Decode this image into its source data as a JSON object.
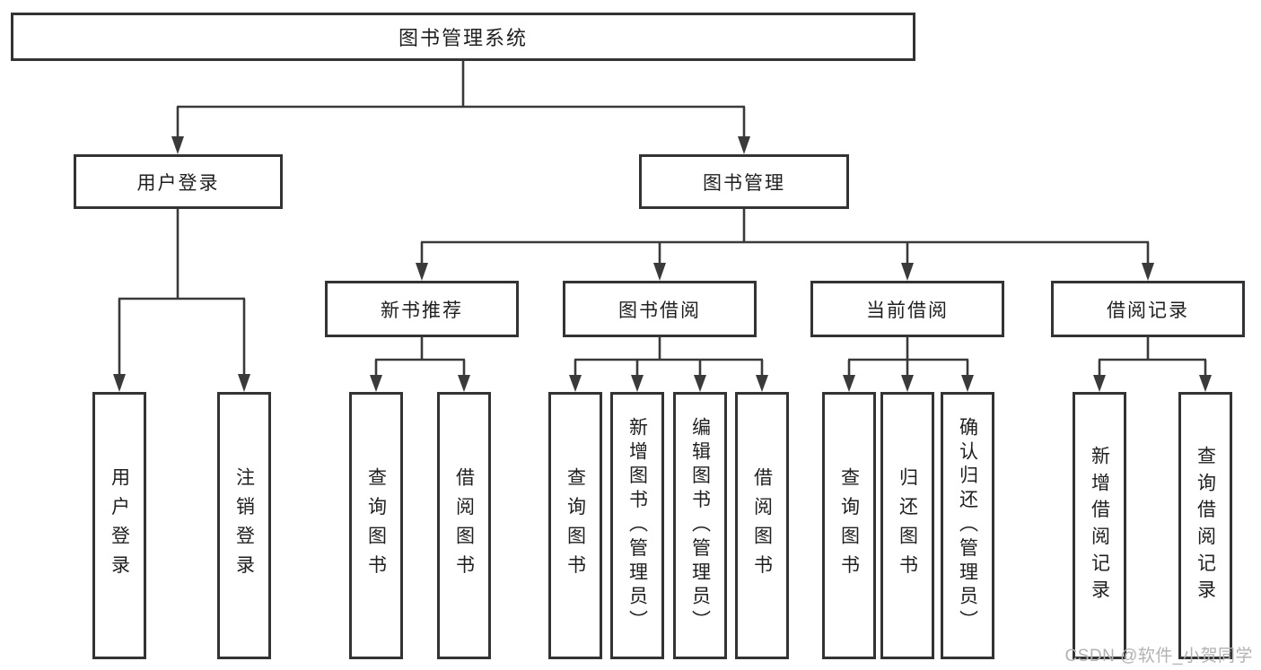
{
  "title": "图书管理系统",
  "tree": {
    "label": "图书管理系统",
    "children": [
      {
        "label": "用户登录",
        "children": [
          {
            "label": "用户登录"
          },
          {
            "label": "注销登录"
          }
        ]
      },
      {
        "label": "图书管理",
        "children": [
          {
            "label": "新书推荐",
            "children": [
              {
                "label": "查询图书"
              },
              {
                "label": "借阅图书"
              }
            ]
          },
          {
            "label": "图书借阅",
            "children": [
              {
                "label": "查询图书"
              },
              {
                "label": "新增图书（管理员）"
              },
              {
                "label": "编辑图书（管理员）"
              },
              {
                "label": "借阅图书"
              }
            ]
          },
          {
            "label": "当前借阅",
            "children": [
              {
                "label": "查询图书"
              },
              {
                "label": "归还图书"
              },
              {
                "label": "确认归还（管理员）"
              }
            ]
          },
          {
            "label": "借阅记录",
            "children": [
              {
                "label": "新增借阅记录"
              },
              {
                "label": "查询借阅记录"
              }
            ]
          }
        ]
      }
    ]
  },
  "watermark": "CSDN @软件_小贺同学",
  "colors": {
    "box_border": "#333333",
    "line": "#3a3a3a",
    "text": "#1f1f1f",
    "watermark": "#b2b2b2",
    "background": "#ffffff"
  }
}
